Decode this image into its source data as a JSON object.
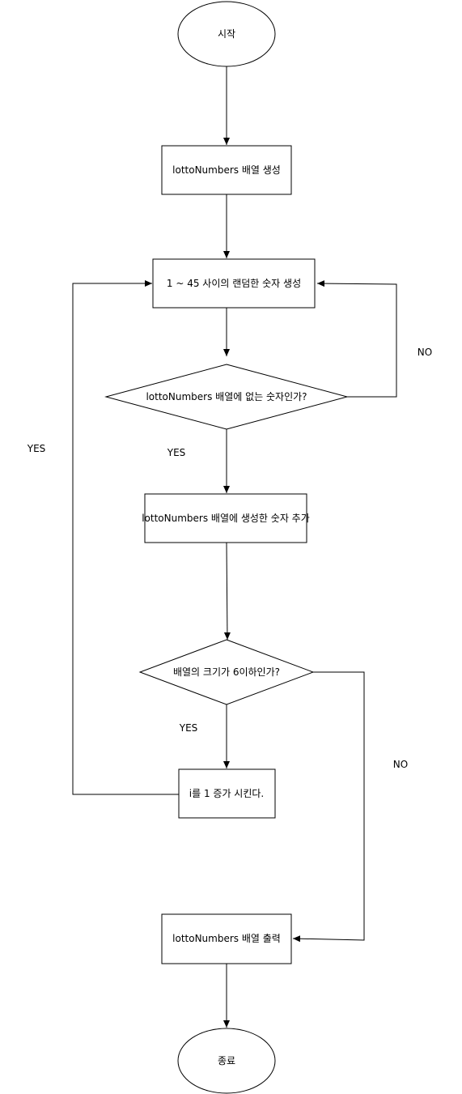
{
  "diagram": {
    "nodes": {
      "start": "시작",
      "create_array": "lottoNumbers 배열 생성",
      "random_number": "1 ~ 45 사이의 랜덤한 숫자 생성",
      "check_duplicate": "lottoNumbers 배열에 없는 숫자인가?",
      "add_number": "lottoNumbers 배열에 생성한 숫자 추가",
      "check_size": "배열의 크기가 6이하인가?",
      "increment_i": "i를 1 증가 시킨다.",
      "print_array": "lottoNumbers 배열 출력",
      "end": "종료"
    },
    "edge_labels": {
      "duplicate_no": "NO",
      "duplicate_yes": "YES",
      "size_yes": "YES",
      "size_no": "NO",
      "loop_yes": "YES"
    }
  }
}
